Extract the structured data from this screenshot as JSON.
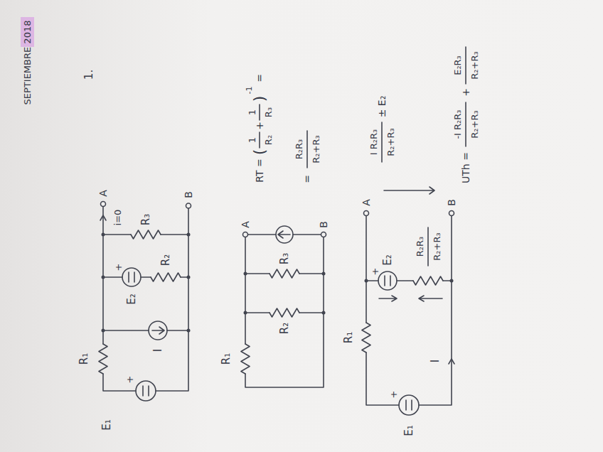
{
  "diagram": {
    "title": "SEPTIEMBRE 2018",
    "labels": [
      "1.",
      "E₁",
      "+",
      "R₁",
      "I",
      "+",
      "E₂",
      "R₂",
      "R₃",
      "i=0",
      "A",
      "B",
      "R₁",
      "R₂",
      "R₃",
      "A",
      "B",
      "RT =",
      "(",
      "1",
      "R₂",
      "+",
      "1",
      "R₃",
      ")",
      "-1",
      "=",
      "=",
      "R₂R₃",
      "R₂+R₃",
      "E₁",
      "+",
      "R₁",
      "I",
      "+",
      "E₂",
      "R₂R₃",
      "R₂+R₃",
      "A",
      "B",
      "I R₂R₃",
      "R₂+R₃",
      "± E₂",
      "UTh =",
      "-I R₂R₃",
      "R₂+R₃",
      "+",
      "E₂R₃",
      "R₂+R₃"
    ]
  }
}
